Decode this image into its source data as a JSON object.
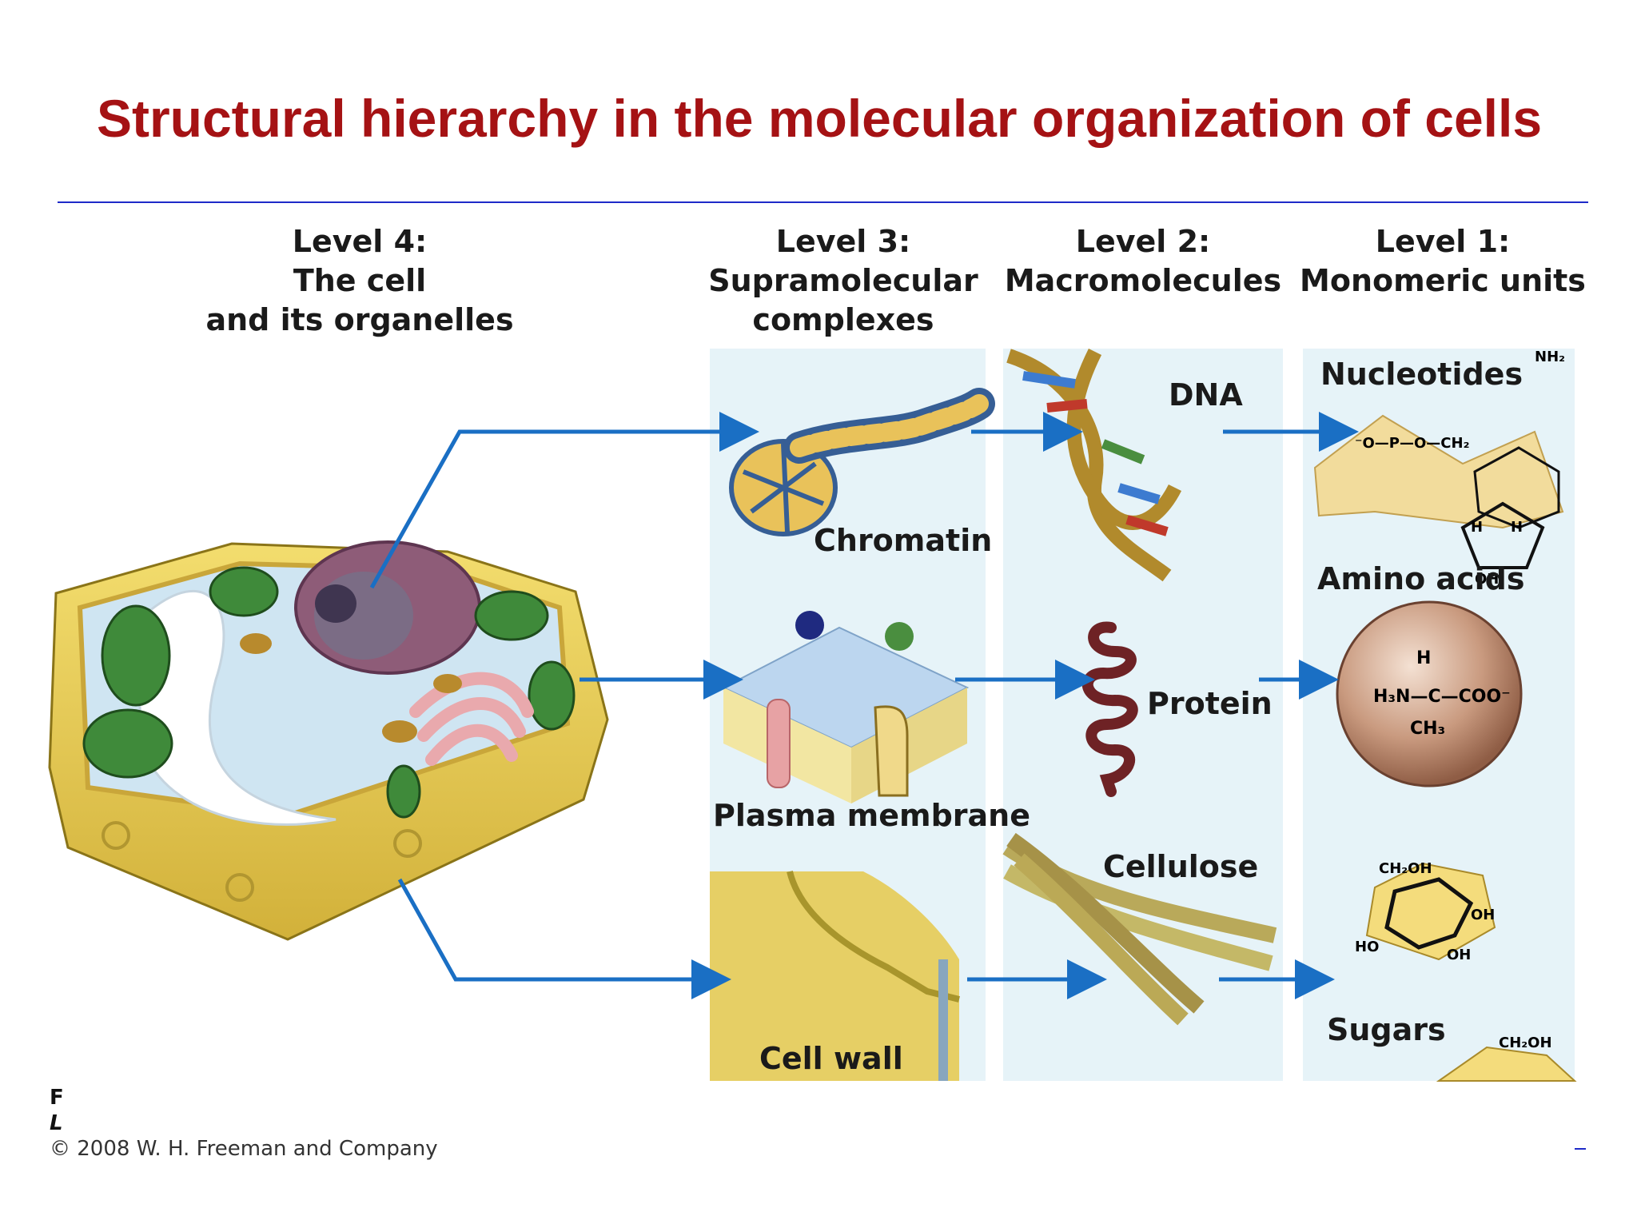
{
  "title": "Structural hierarchy in the molecular organization of cells",
  "levels": {
    "level4": {
      "line1": "Level 4:",
      "line2": "The cell",
      "line3": "and its organelles"
    },
    "level3": {
      "line1": "Level 3:",
      "line2": "Supramolecular",
      "line3": "complexes"
    },
    "level2": {
      "line1": "Level 2:",
      "line2": "Macromolecules"
    },
    "level1": {
      "line1": "Level 1:",
      "line2": "Monomeric units"
    }
  },
  "labels": {
    "chromatin": "Chromatin",
    "plasma_membrane": "Plasma membrane",
    "cell_wall": "Cell wall",
    "dna": "DNA",
    "protein": "Protein",
    "cellulose": "Cellulose",
    "nucleotides": "Nucleotides",
    "amino_acids": "Amino acids",
    "sugars": "Sugars"
  },
  "formula_text": {
    "nh2": "NH₂",
    "amino": "H₃N—C—COO⁻",
    "ch3": "CH₃",
    "h": "H",
    "ch2oh": "CH₂OH",
    "oh": "OH",
    "ho": "HO",
    "phosphate": "⁻O—P—O—CH₂"
  },
  "footer": {
    "copyright": "© 2008 W. H. Freeman and Company",
    "stub1": "F",
    "stub2": "L"
  },
  "colors": {
    "title": "#a51214",
    "rule": "#1e2ac8",
    "arrow": "#1a6fc4",
    "panel": "#e6f3f8"
  },
  "icons": [
    "cell-illustration",
    "chromatin-illustration",
    "membrane-illustration",
    "cell-wall-illustration",
    "dna-helix",
    "protein-coil",
    "cellulose-fibers",
    "nucleotide-structure",
    "amino-acid-sphere",
    "sugar-ring"
  ]
}
